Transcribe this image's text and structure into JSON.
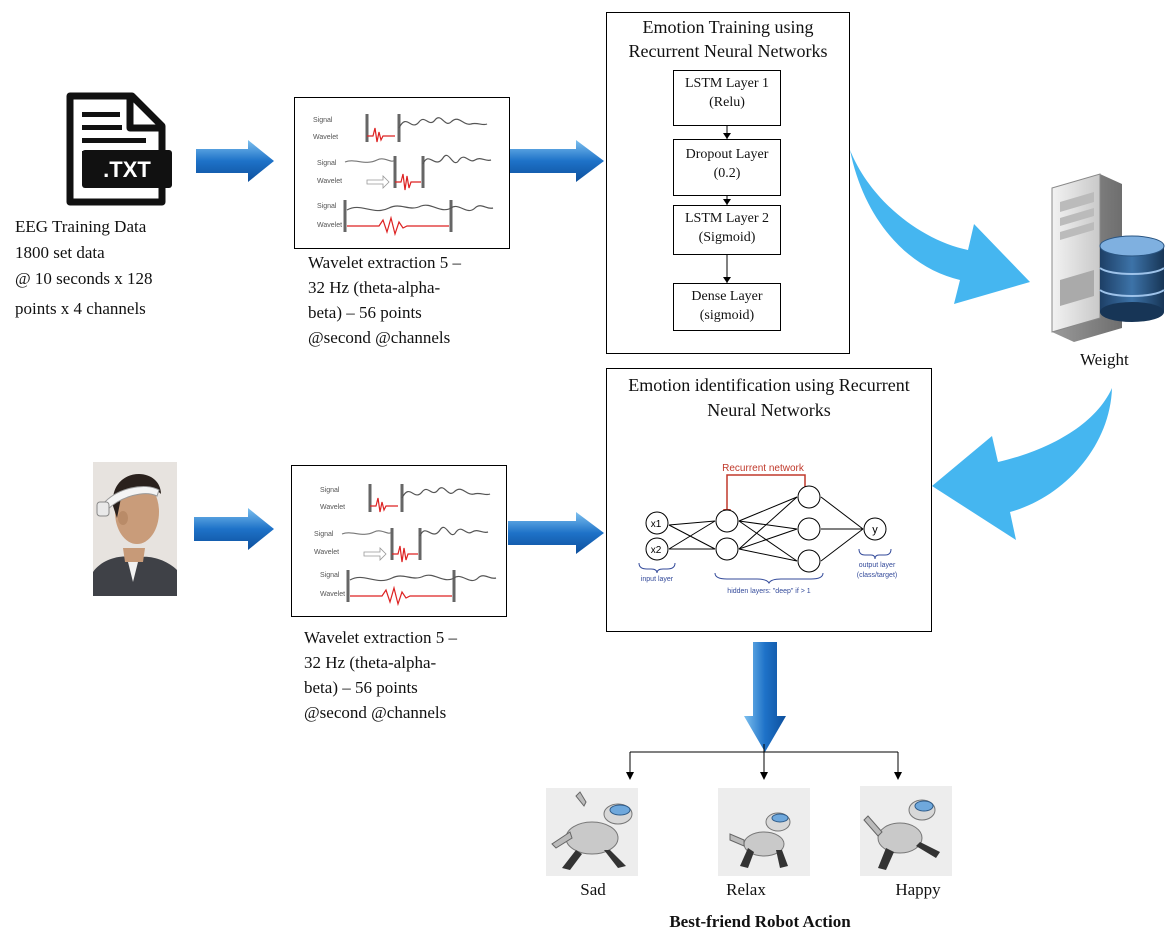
{
  "file_icon": {
    "label": ".TXT"
  },
  "training_data": {
    "lines": [
      "EEG Training Data",
      "1800 set data",
      "@ 10 seconds x 128",
      "points x 4 channels"
    ]
  },
  "wavelet_panel": {
    "signal_label": "Signal",
    "wavelet_label": "Wavelet"
  },
  "wavelet_caption_top": {
    "lines": [
      "Wavelet extraction 5 –",
      "32 Hz (theta-alpha-",
      "beta) – 56 points",
      "@second @channels"
    ]
  },
  "wavelet_caption_bottom": {
    "lines": [
      "Wavelet extraction 5 –",
      "32 Hz (theta-alpha-",
      "beta) – 56 points",
      "@second @channels"
    ]
  },
  "training_box": {
    "title_lines": [
      "Emotion Training using",
      "Recurrent Neural Networks"
    ],
    "layers": [
      {
        "name": "LSTM Layer 1",
        "param": "(Relu)"
      },
      {
        "name": "Dropout Layer",
        "param": "(0.2)"
      },
      {
        "name": "LSTM Layer 2",
        "param": "(Sigmoid)"
      },
      {
        "name": "Dense Layer",
        "param": "(sigmoid)"
      }
    ]
  },
  "identification_box": {
    "title_lines": [
      "Emotion identification using Recurrent",
      "Neural Networks"
    ],
    "network": {
      "recurrent_label": "Recurrent network",
      "input_nodes": [
        "x1",
        "x2"
      ],
      "output_node": "y",
      "input_layer_label": "input layer",
      "hidden_layers_label": "hidden layers: \"deep\" if > 1",
      "output_layer_label": [
        "output layer",
        "(class/target)"
      ]
    }
  },
  "weight": {
    "label": "Weight"
  },
  "robots": [
    {
      "label": "Sad"
    },
    {
      "label": "Relax"
    },
    {
      "label": "Happy"
    }
  ],
  "robot_caption": "Best-friend Robot Action",
  "colors": {
    "arrow_blue": "#1e72c8",
    "curve_arrow": "#45b6f0",
    "recurrent_red": "#c0392b",
    "bracket_blue": "#334a9a"
  }
}
